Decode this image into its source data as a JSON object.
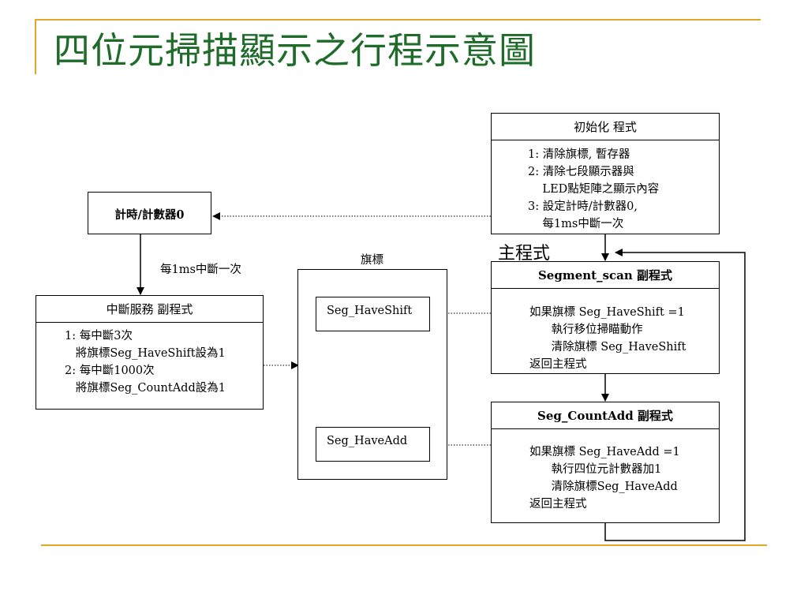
{
  "slide": {
    "title": "四位元掃描顯示之行程示意圖"
  },
  "init_box": {
    "header": "初始化 程式",
    "lines": [
      "1: 清除旗標, 暫存器",
      "2: 清除七段顯示器與",
      "    LED點矩陣之顯示內容",
      "3: 設定計時/計數器0,",
      "    每1ms中斷一次"
    ]
  },
  "timer_box": {
    "label": "計時/計數器0"
  },
  "interrupt_edge_label": "每1ms中斷一次",
  "isr_box": {
    "header": "中斷服務 副程式",
    "lines": [
      "1: 每中斷3次",
      "   將旗標Seg_HaveShift設為1",
      "2: 每中斷1000次",
      "   將旗標Seg_CountAdd設為1"
    ]
  },
  "flags_group": {
    "label": "旗標",
    "flag1": "Seg_HaveShift",
    "flag2": "Seg_HaveAdd"
  },
  "main_label": "主程式",
  "segscan_box": {
    "header": "Segment_scan 副程式",
    "lines": [
      "如果旗標 Seg_HaveShift =1",
      "      執行移位掃瞄動作",
      "      清除旗標 Seg_HaveShift",
      "返回主程式"
    ]
  },
  "countadd_box": {
    "header": "Seg_CountAdd 副程式",
    "lines": [
      "如果旗標 Seg_HaveAdd =1",
      "      執行四位元計數器加1",
      "      清除旗標Seg_HaveAdd",
      "返回主程式"
    ]
  },
  "colors": {
    "title": "#1e6b2a",
    "accent_bar": "#e2a62a"
  }
}
